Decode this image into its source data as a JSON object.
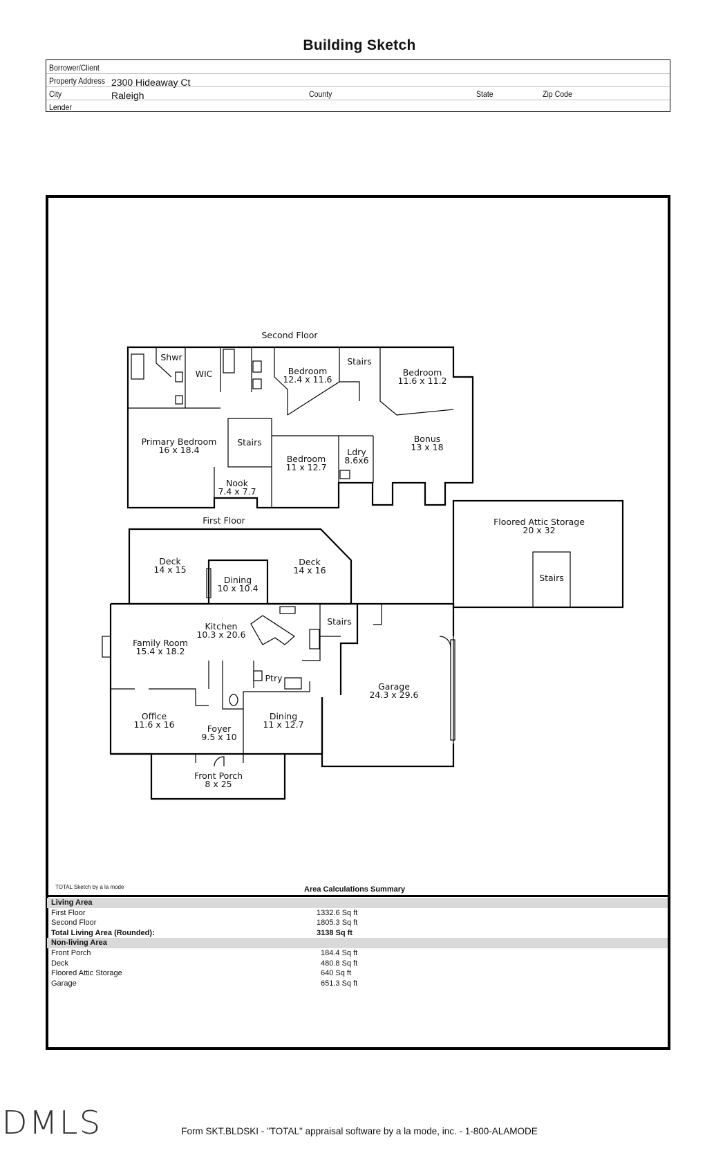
{
  "header": {
    "title": "Building Sketch"
  },
  "info": {
    "borrower_label": "Borrower/Client",
    "borrower_value": "",
    "address_label": "Property Address",
    "address_value": "2300 Hideaway Ct",
    "city_label": "City",
    "city_value": "Raleigh",
    "county_label": "County",
    "county_value": "",
    "state_label": "State",
    "state_value": "",
    "zip_label": "Zip Code",
    "zip_value": "",
    "lender_label": "Lender",
    "lender_value": ""
  },
  "sketch": {
    "second_floor_label": "Second Floor",
    "first_floor_label": "First Floor",
    "rooms": {
      "shwr": "Shwr",
      "wic": "WIC",
      "bed2_name": "Bedroom",
      "bed2_dim": "12.4 x 11.6",
      "stairs_up": "Stairs",
      "bed3_name": "Bedroom",
      "bed3_dim": "11.6 x 11.2",
      "primary_name": "Primary Bedroom",
      "primary_dim": "16 x 18.4",
      "stairs_mid": "Stairs",
      "nook_name": "Nook",
      "nook_dim": "7.4 x 7.7",
      "bed4_name": "Bedroom",
      "bed4_dim": "11 x 12.7",
      "ldry_name": "Ldry",
      "ldry_dim": "8.6x6",
      "bonus_name": "Bonus",
      "bonus_dim": "13 x 18",
      "attic_name": "Floored Attic Storage",
      "attic_dim": "20 x 32",
      "attic_stairs": "Stairs",
      "deck1_name": "Deck",
      "deck1_dim": "14 x 15",
      "deck2_name": "Deck",
      "deck2_dim": "14 x 16",
      "dining1_name": "Dining",
      "dining1_dim": "10 x 10.4",
      "kitchen_name": "Kitchen",
      "kitchen_dim": "10.3 x 20.6",
      "stairs_first": "Stairs",
      "family_name": "Family Room",
      "family_dim": "15.4 x 18.2",
      "ptry": "Ptry",
      "garage_name": "Garage",
      "garage_dim": "24.3 x 29.6",
      "office_name": "Office",
      "office_dim": "11.6 x 16",
      "foyer_name": "Foyer",
      "foyer_dim": "9.5 x 10",
      "dining2_name": "Dining",
      "dining2_dim": "11 x 12.7",
      "porch_name": "Front Porch",
      "porch_dim": "8 x 25"
    }
  },
  "credit": "TOTAL Sketch by a la mode",
  "summary": {
    "title": "Area Calculations Summary",
    "living_header": "Living Area",
    "first_floor_label": "First Floor",
    "first_floor_value": "1332.6 Sq ft",
    "second_floor_label": "Second Floor",
    "second_floor_value": "1805.3 Sq ft",
    "total_label": "Total Living Area (Rounded):",
    "total_value": "3138 Sq ft",
    "nonliving_header": "Non-living Area",
    "porch_label": "Front Porch",
    "porch_value": "184.4 Sq ft",
    "deck_label": "Deck",
    "deck_value": "480.8 Sq ft",
    "attic_label": "Floored Attic Storage",
    "attic_value": "640 Sq ft",
    "garage_label": "Garage",
    "garage_value": "651.3 Sq ft"
  },
  "logo": "DMLS",
  "footer": "Form SKT.BLDSKI - \"TOTAL\" appraisal software by a la mode, inc. - 1-800-ALAMODE"
}
